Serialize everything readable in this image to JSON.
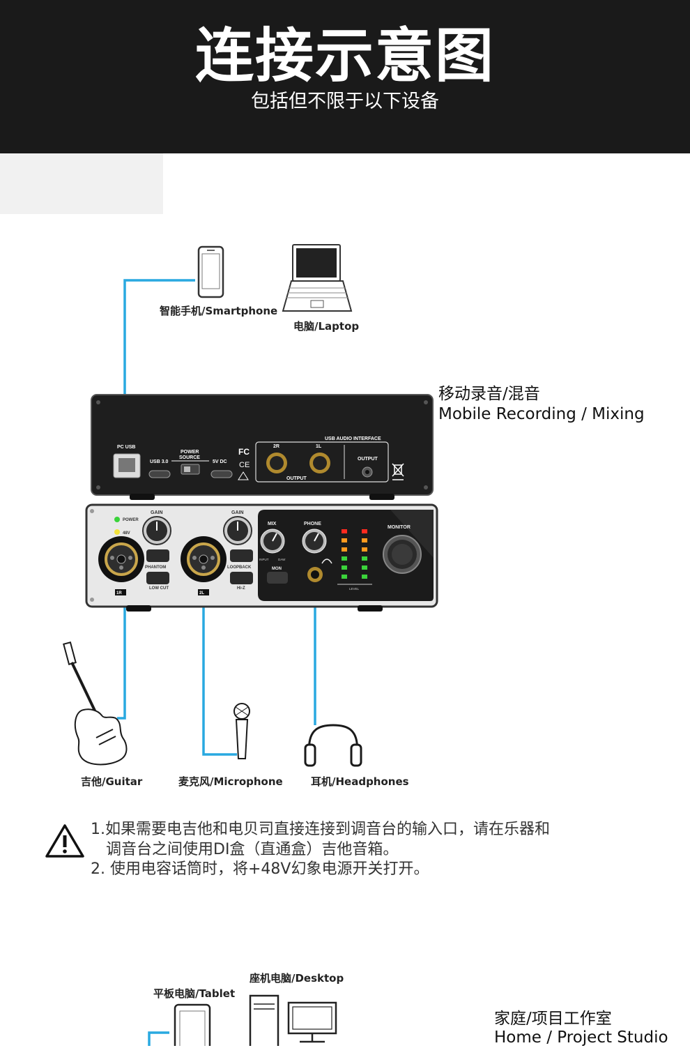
{
  "header": {
    "title": "连接示意图",
    "subtitle": "包括但不限于以下设备"
  },
  "devices": {
    "smartphone": "智能手机/Smartphone",
    "laptop": "电脑/Laptop",
    "guitar": "吉他/Guitar",
    "microphone": "麦克风/Microphone",
    "headphones": "耳机/Headphones",
    "tablet": "平板电脑/Tablet",
    "desktop": "座机电脑/Desktop"
  },
  "scenes": {
    "mobile_cn": "移动录音/混音",
    "mobile_en": "Mobile Recording / Mixing",
    "home_cn": "家庭/项目工作室",
    "home_en": "Home / Project Studio"
  },
  "interface_rear": {
    "pc_usb": "PC USB",
    "usb30": "USB 3.0",
    "power_source_1": "POWER",
    "power_source_2": "SOURCE",
    "dc5v": "5V DC",
    "fc": "FC",
    "ce": "CE",
    "usb_audio_interface": "USB AUDIO INTERFACE",
    "out_2r": "2R",
    "out_1l": "1L",
    "output_jacks": "OUTPUT",
    "output": "OUTPUT"
  },
  "interface_front": {
    "power": "POWER",
    "v48": "48V",
    "gain1": "GAIN",
    "gain2": "GAIN",
    "phantom": "PHANTOM",
    "low_cut": "LOW CUT",
    "loopback": "LOOPBACK",
    "hiz": "Hi-Z",
    "ch1": "1R",
    "ch2": "2L",
    "mix": "MIX",
    "phone": "PHONE",
    "input": "INPUT",
    "daw": "DAW",
    "mon": "MON",
    "monitor": "MONITOR",
    "level": "LEVEL"
  },
  "notes": {
    "line1": "1.如果需要电吉他和电贝司直接连接到调音台的输入口，请在乐器和",
    "line2": "调音台之间使用DI盒（直通盒）吉他音箱。",
    "line3": "2. 使用电容话筒时，将+48V幻象电源开关打开。"
  },
  "colors": {
    "header_bg": "#1a1a1a",
    "cable": "#29a9e0",
    "device_dark": "#1e1e1e",
    "panel_silver": "#e8e8e8",
    "meter_green": "#3bd33b",
    "meter_orange": "#ff9a1f",
    "meter_red": "#ff2a1f"
  },
  "icons": [
    "warning-icon",
    "smartphone-icon",
    "laptop-icon",
    "guitar-icon",
    "microphone-icon",
    "headphones-icon",
    "tablet-icon",
    "desktop-icon"
  ]
}
